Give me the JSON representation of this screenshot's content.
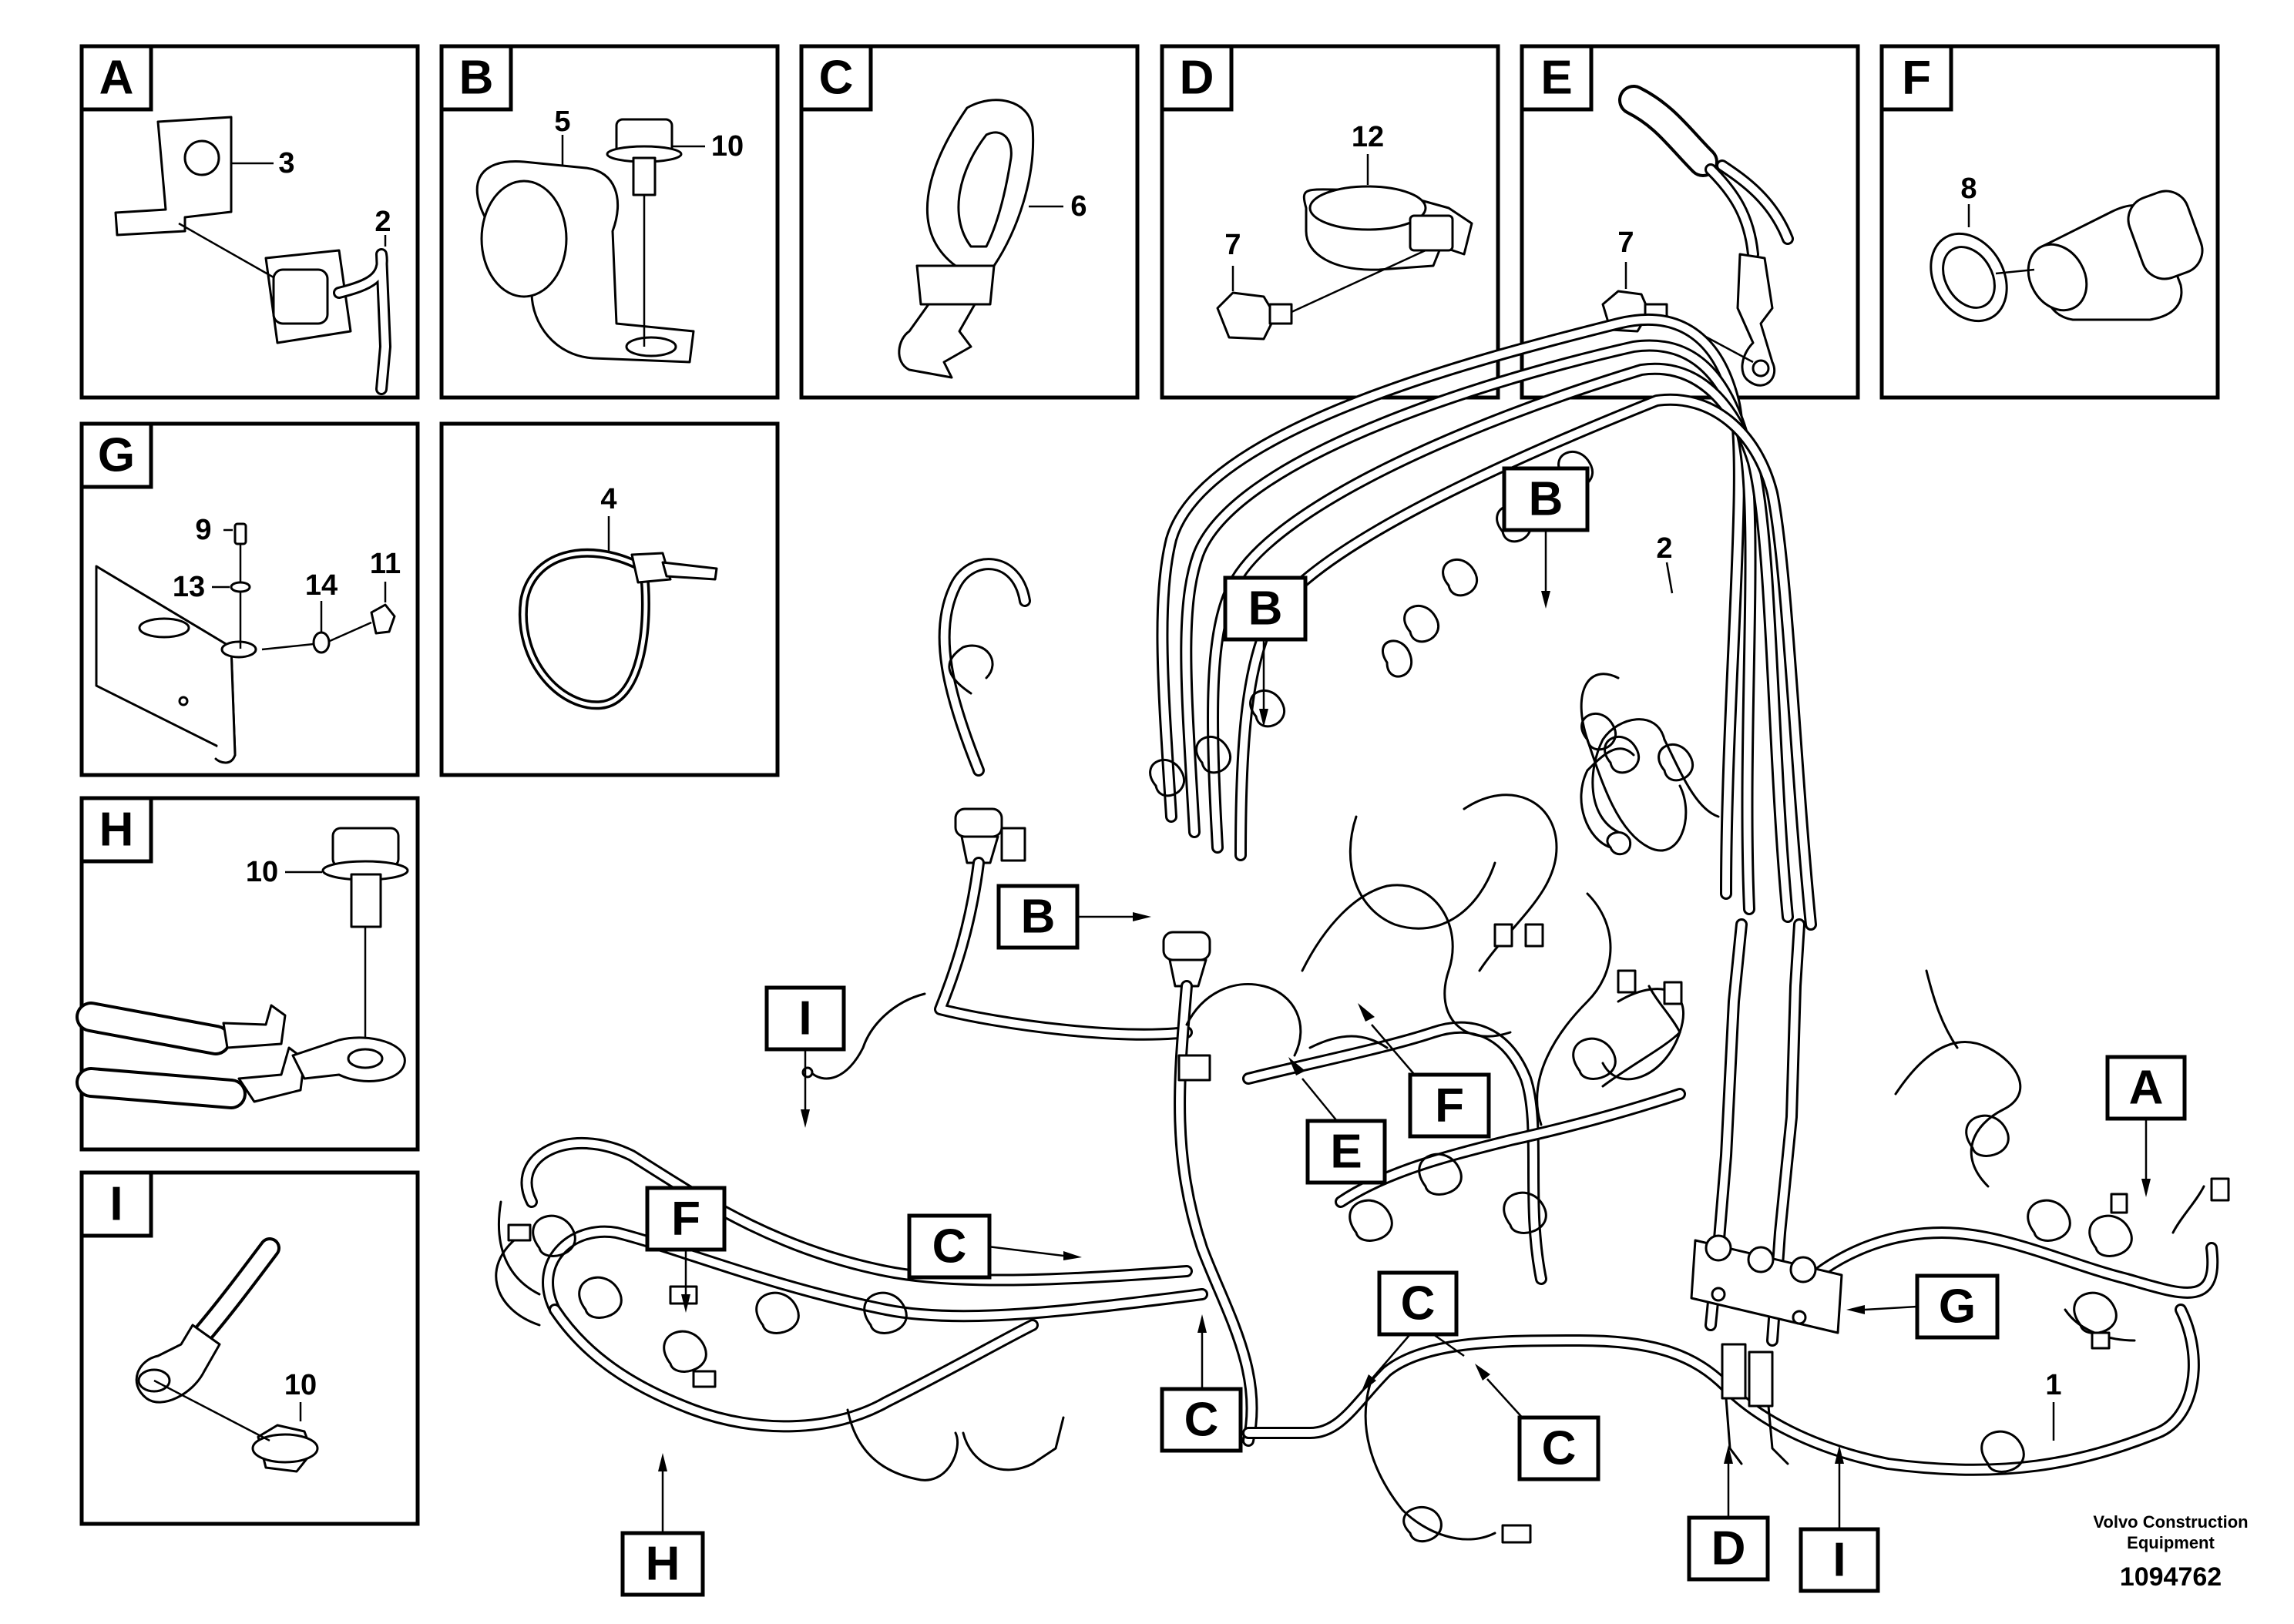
{
  "panels": [
    {
      "letter": "A",
      "callouts": [
        "3",
        "2"
      ]
    },
    {
      "letter": "B",
      "callouts": [
        "5",
        "10"
      ]
    },
    {
      "letter": "C",
      "callouts": [
        "6"
      ]
    },
    {
      "letter": "D",
      "callouts": [
        "12",
        "7"
      ]
    },
    {
      "letter": "E",
      "callouts": [
        "7"
      ]
    },
    {
      "letter": "F",
      "callouts": [
        "8"
      ]
    },
    {
      "letter": "G",
      "callouts": [
        "9",
        "13",
        "14",
        "11"
      ]
    },
    {
      "letter": "",
      "callouts": [
        "4"
      ]
    },
    {
      "letter": "H",
      "callouts": [
        "10"
      ]
    },
    {
      "letter": "I",
      "callouts": [
        "10"
      ]
    }
  ],
  "main_tags": [
    "B",
    "B",
    "B",
    "I",
    "E",
    "F",
    "F",
    "C",
    "C",
    "C",
    "C",
    "C",
    "G",
    "A",
    "H",
    "D",
    "I"
  ],
  "main_callouts": [
    "2",
    "1"
  ],
  "footer": {
    "maker_line1": "Volvo Construction",
    "maker_line2": "Equipment",
    "doc_number": "1094762"
  }
}
